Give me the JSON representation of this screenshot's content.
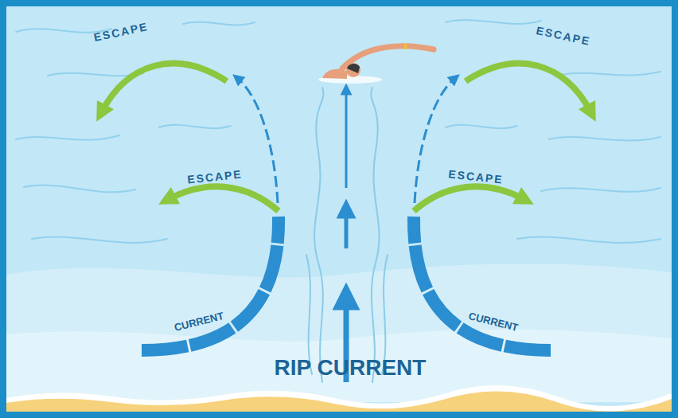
{
  "diagram": {
    "labels": [
      "ESCAPE",
      "ESCAPE",
      "ESCAPE",
      "ESCAPE",
      "CURRENT",
      "CURRENT",
      "RIP CURRENT"
    ]
  }
}
